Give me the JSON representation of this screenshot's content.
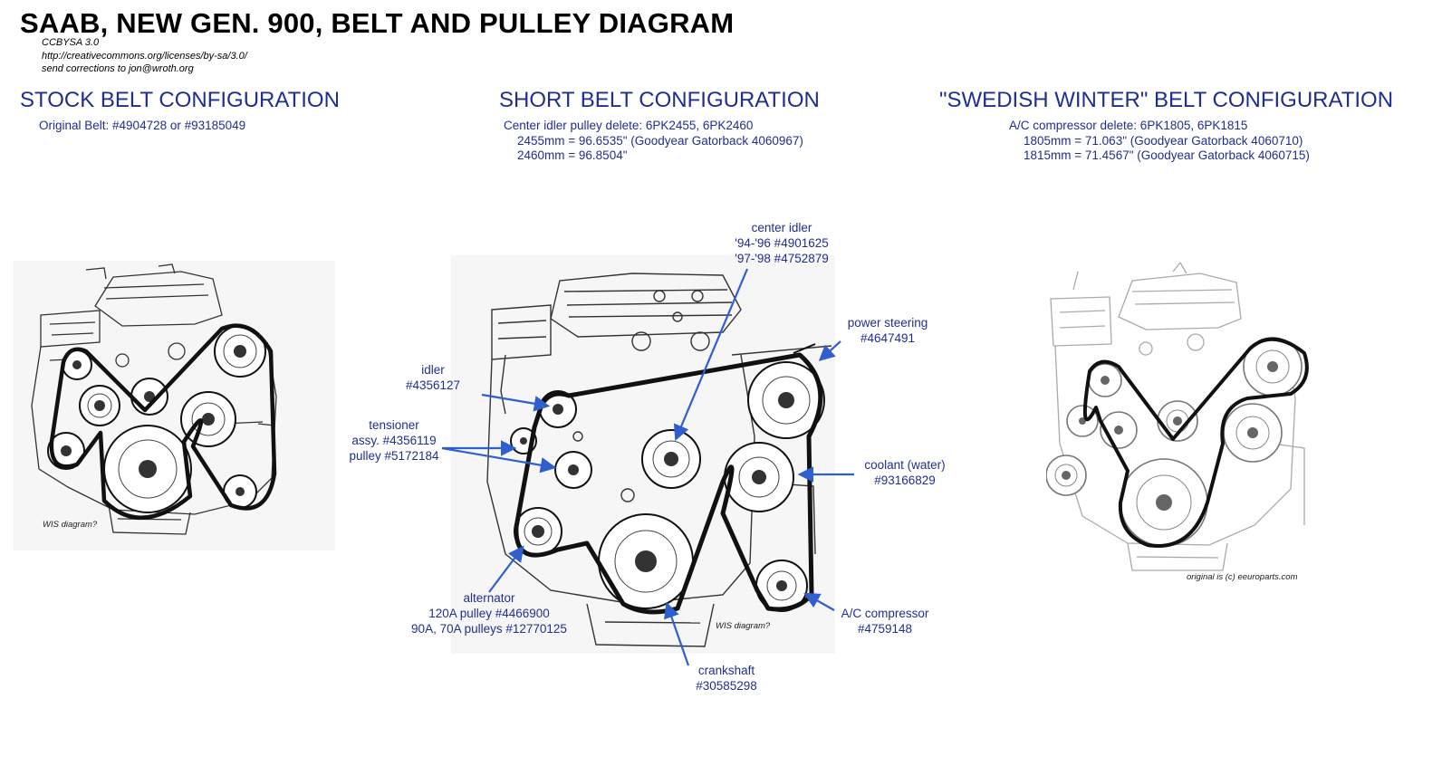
{
  "title": "SAAB, NEW GEN. 900, BELT AND PULLEY DIAGRAM",
  "license": {
    "line1": "CCBYSA 3.0",
    "line2": "http://creativecommons.org/licenses/by-sa/3.0/",
    "line3": "send corrections to jon@wroth.org"
  },
  "sections": {
    "stock": {
      "heading": "STOCK BELT CONFIGURATION",
      "lines": [
        "Original Belt: #4904728 or #93185049"
      ],
      "diagram_note": "WIS diagram?"
    },
    "short": {
      "heading": "SHORT BELT CONFIGURATION",
      "lines": [
        "Center idler pulley delete: 6PK2455, 6PK2460",
        "2455mm = 96.6535\" (Goodyear Gatorback 4060967)",
        "2460mm = 96.8504\""
      ],
      "diagram_note": "WIS diagram?"
    },
    "winter": {
      "heading": "\"SWEDISH WINTER\" BELT CONFIGURATION",
      "lines": [
        "A/C compressor delete: 6PK1805, 6PK1815",
        "1805mm = 71.063\" (Goodyear Gatorback 4060710)",
        "1815mm = 71.4567\" (Goodyear Gatorback 4060715)"
      ],
      "diagram_note": "original is (c) eeuroparts.com"
    }
  },
  "callouts": {
    "center_idler": [
      "center idler",
      "'94-'96 #4901625",
      "'97-'98 #4752879"
    ],
    "power_steering": [
      "power steering",
      "#4647491"
    ],
    "idler": [
      "idler",
      "#4356127"
    ],
    "tensioner": [
      "tensioner",
      "assy. #4356119",
      "pulley #5172184"
    ],
    "coolant": [
      "coolant (water)",
      "#93166829"
    ],
    "alternator": [
      "alternator",
      "120A pulley #4466900",
      "90A, 70A pulleys #12770125"
    ],
    "ac_compressor": [
      "A/C compressor",
      "#4759148"
    ],
    "crankshaft": [
      "crankshaft",
      "#30585298"
    ]
  },
  "colors": {
    "accent": "#1f2f8f",
    "arrow": "#2f5fcf",
    "belt": "#111111"
  }
}
